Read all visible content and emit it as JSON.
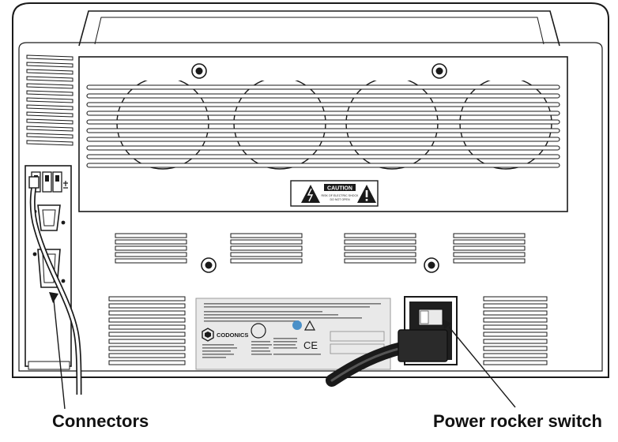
{
  "callouts": {
    "connectors": "Connectors",
    "power_rocker_switch": "Power rocker switch"
  },
  "caution_label": {
    "heading": "CAUTION",
    "line1": "RISK OF ELECTRIC SHOCK",
    "line2": "DO NOT OPEN"
  },
  "regulatory_label": {
    "brand": "CODONICS",
    "ce_mark": "CE"
  },
  "icons": [
    "usb-icon",
    "lightning-warning-icon",
    "exclamation-warning-icon",
    "ce-mark-icon"
  ],
  "colors": {
    "line": "#1a1a1a",
    "device_fill": "#ffffff",
    "label_fill": "#e9e9e9",
    "cable": "#2a2a2a"
  }
}
